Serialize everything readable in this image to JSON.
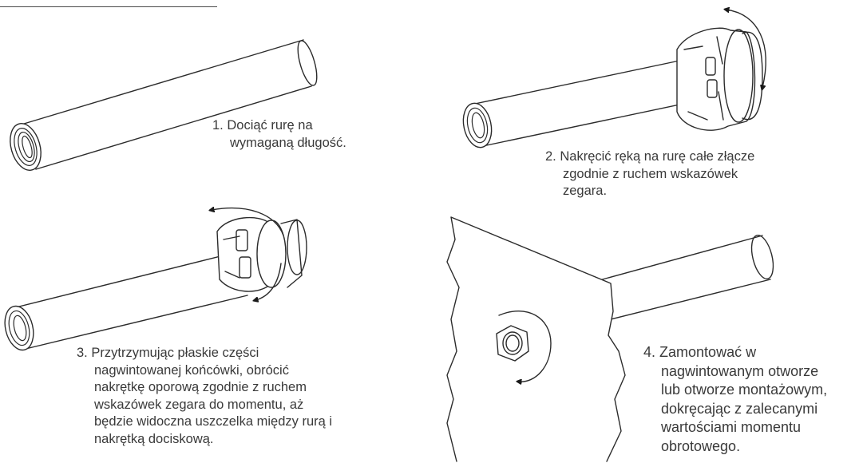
{
  "steps": [
    {
      "number": "1.",
      "lines": [
        "Dociąć rurę na",
        "wymaganą długość."
      ]
    },
    {
      "number": "2.",
      "lines": [
        "Nakręcić ręką na rurę całe złącze",
        "zgodnie z ruchem wskazówek",
        "zegara."
      ]
    },
    {
      "number": "3.",
      "lines": [
        "Przytrzymując płaskie części",
        "nagwintowanej końcówki, obrócić",
        "nakrętkę oporową zgodnie z ruchem",
        "wskazówek zegara do momentu, aż",
        "będzie widoczna uszczelka między rurą i",
        "nakrętką dociskową."
      ]
    },
    {
      "number": "4.",
      "lines": [
        "Zamontować w",
        "nagwintowanym otworze",
        "lub otworze montażowym,",
        "dokręcając z zalecanymi",
        "wartościami momentu",
        "obrotowego."
      ]
    }
  ],
  "icons": [
    "pipe-illustration",
    "pipe-with-fitting-illustration",
    "clockwise-arrow-icon",
    "mounting-plate-illustration"
  ]
}
